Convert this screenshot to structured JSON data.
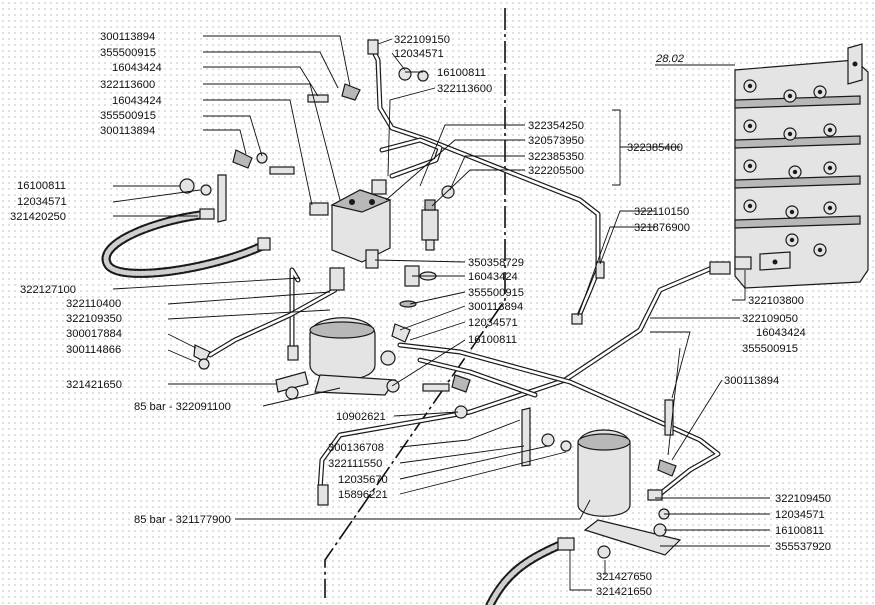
{
  "diagram": {
    "reference_label": "28.02",
    "part_labels": [
      "300113894",
      "355500915",
      "16043424",
      "322113600",
      "16043424",
      "355500915",
      "300113894",
      "16100811",
      "12034571",
      "321420250",
      "322127100",
      "322110400",
      "322109350",
      "300017884",
      "300114866",
      "321421650",
      "85 bar - 322091100",
      "322109150",
      "12034571",
      "16100811",
      "322113600",
      "322354250",
      "320573950",
      "322385350",
      "322205500",
      "322385400",
      "322110150",
      "321876900",
      "350358729",
      "16043424",
      "355500915",
      "300113894",
      "12034571",
      "16100811",
      "322103800",
      "322109050",
      "16043424",
      "355500915",
      "300113894",
      "10902621",
      "300136708",
      "322111550",
      "12035670",
      "15896221",
      "85 bar - 321177900",
      "322109450",
      "12034571",
      "16100811",
      "355537920",
      "321427650",
      "321421650"
    ]
  }
}
